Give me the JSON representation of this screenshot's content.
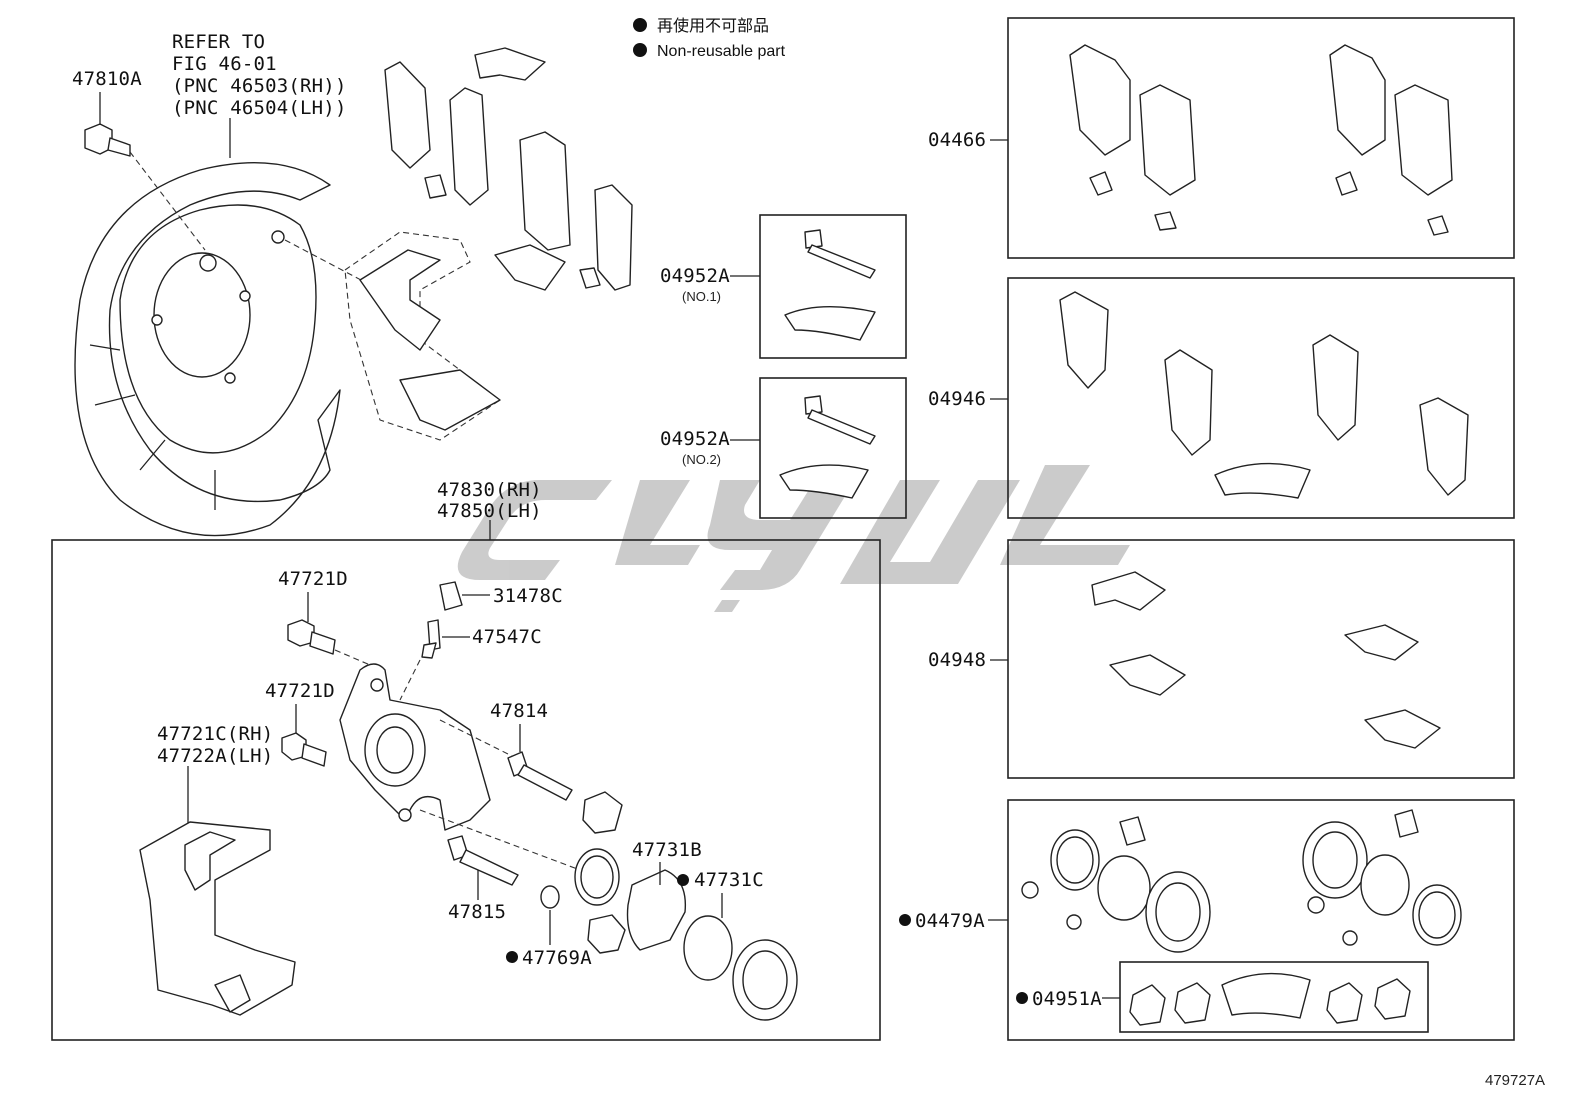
{
  "legend": {
    "jp": "再使用不可部品",
    "en": "Non-reusable part"
  },
  "refer_note": [
    "REFER TO",
    "FIG 46-01",
    "(PNC 46503(RH))",
    "(PNC 46504(LH))"
  ],
  "labels": {
    "p47810A": "47810A",
    "p04952A_1": "04952A",
    "p04952A_1_sub": "(NO.1)",
    "p04952A_2": "04952A",
    "p04952A_2_sub": "(NO.2)",
    "p47830": "47830(RH)",
    "p47850": "47850(LH)",
    "p47721D_a": "47721D",
    "p31478C": "31478C",
    "p47547C": "47547C",
    "p47721D_b": "47721D",
    "p47814": "47814",
    "p47721C": "47721C(RH)",
    "p47722A": "47722A(LH)",
    "p47731B": "47731B",
    "p47731C": "47731C",
    "p47815": "47815",
    "p47769A": "47769A",
    "p04466": "04466",
    "p04946": "04946",
    "p04948": "04948",
    "p04479A": "04479A",
    "p04951A": "04951A"
  },
  "figure_id": "479727A",
  "colors": {
    "line": "#222222",
    "watermark": "#c9c9c9",
    "background": "#ffffff"
  }
}
